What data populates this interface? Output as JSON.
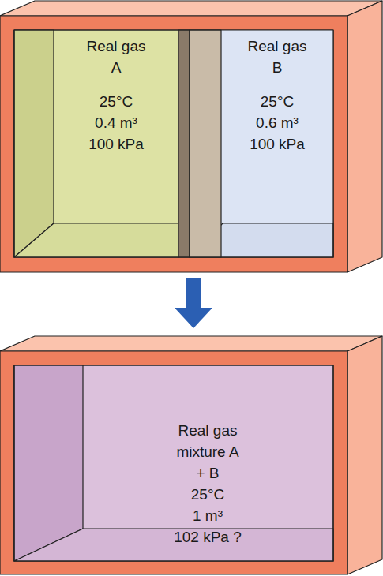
{
  "diagram": {
    "nodes": [
      {
        "text": [
          "Real gas A",
          "25°C",
          "0.4 m³",
          "100 kPa"
        ]
      },
      {
        "text": [
          "Real gas B",
          "25°C",
          "0.6 m³",
          "100 kPa"
        ]
      },
      {
        "text": [
          "Real gas mixture A + B",
          "25°C",
          "1 m³",
          "102 kPa ?"
        ]
      }
    ]
  }
}
